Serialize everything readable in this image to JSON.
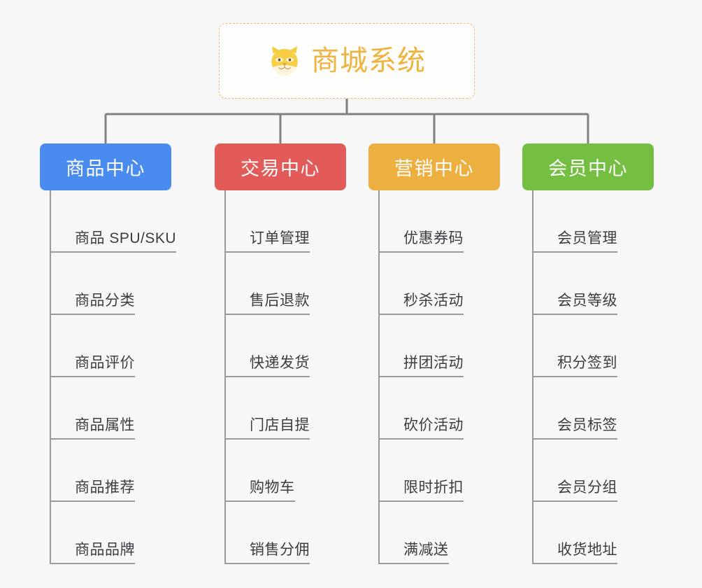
{
  "root": {
    "title": "商城系统",
    "icon": "shiba-dog-face-icon",
    "title_color": "#efb33f",
    "border_color": "#edbe6b"
  },
  "connector_color": "#808080",
  "background_color": "#f7f7f7",
  "item_line_color": "#9a9a9a",
  "item_text_color": "#3b3d42",
  "columns": [
    {
      "label": "商品中心",
      "color": "#4a8bf0",
      "items": [
        "商品 SPU/SKU",
        "商品分类",
        "商品评价",
        "商品属性",
        "商品推荐",
        "商品品牌"
      ]
    },
    {
      "label": "交易中心",
      "color": "#e25b58",
      "items": [
        "订单管理",
        "售后退款",
        "快递发货",
        "门店自提",
        "购物车",
        "销售分佣"
      ]
    },
    {
      "label": "营销中心",
      "color": "#eeaf41",
      "items": [
        "优惠券码",
        "秒杀活动",
        "拼团活动",
        "砍价活动",
        "限时折扣",
        "满减送"
      ]
    },
    {
      "label": "会员中心",
      "color": "#74bf42",
      "items": [
        "会员管理",
        "会员等级",
        "积分签到",
        "会员标签",
        "会员分组",
        "收货地址"
      ]
    }
  ]
}
